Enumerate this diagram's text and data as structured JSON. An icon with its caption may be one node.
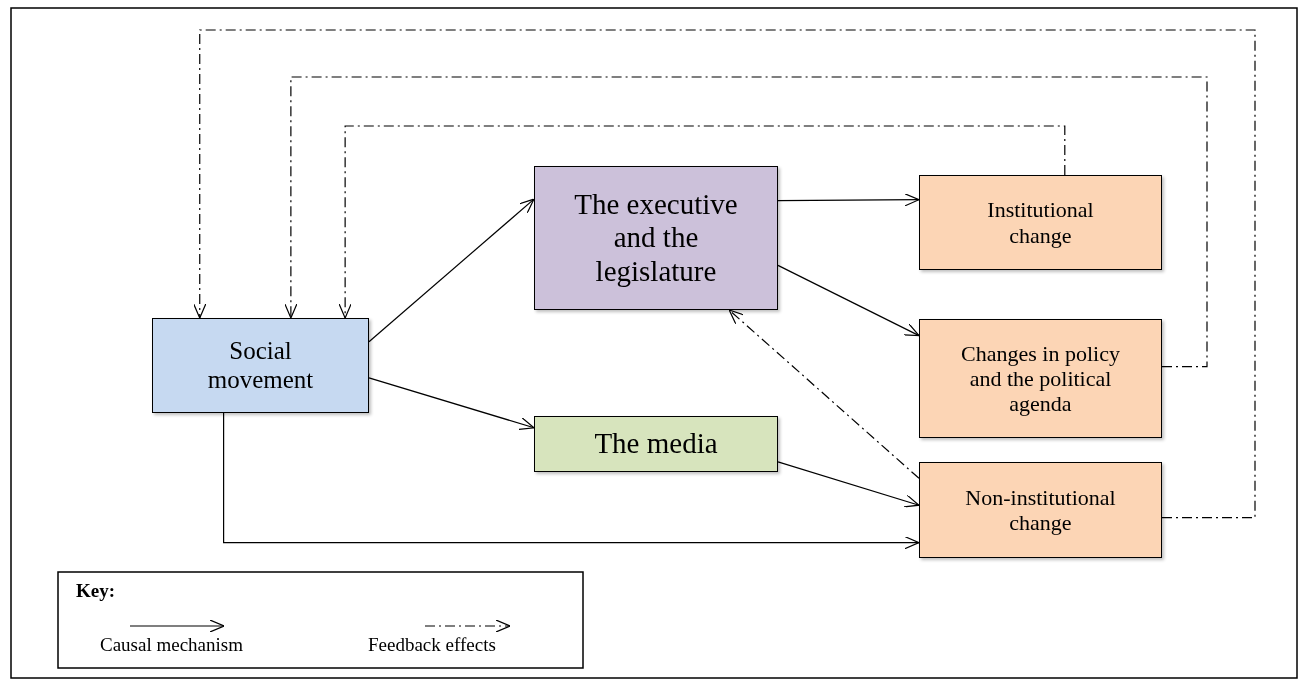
{
  "diagram": {
    "nodes": [
      {
        "text": [
          "Social movement"
        ]
      },
      {
        "text": [
          "The executive and the legislature"
        ]
      },
      {
        "text": [
          "The media"
        ]
      },
      {
        "text": [
          "Institutional change"
        ]
      },
      {
        "text": [
          "Changes in policy and the political agenda"
        ]
      },
      {
        "text": [
          "Non-institutional change"
        ]
      }
    ],
    "edges": [
      {
        "from": 0,
        "to": 1,
        "arrow": "to"
      },
      {
        "from": 0,
        "to": 2,
        "arrow": "to"
      },
      {
        "from": 0,
        "to": 5,
        "arrow": "to"
      },
      {
        "from": 1,
        "to": 3,
        "arrow": "to"
      },
      {
        "from": 1,
        "to": 4,
        "arrow": "to"
      },
      {
        "from": 2,
        "to": 5,
        "arrow": "to"
      },
      {
        "from": 5,
        "to": 1,
        "arrow": "to",
        "style": "dashed"
      },
      {
        "from": 3,
        "to": 0,
        "arrow": "to",
        "style": "dashed"
      },
      {
        "from": 4,
        "to": 0,
        "arrow": "to",
        "style": "dashed"
      },
      {
        "from": 5,
        "to": 0,
        "arrow": "to",
        "style": "dashed"
      }
    ],
    "labels": [
      "Key:"
    ],
    "legend": [
      {
        "text": "Causal mechanism"
      },
      {
        "text": "Feedback effects"
      }
    ]
  }
}
